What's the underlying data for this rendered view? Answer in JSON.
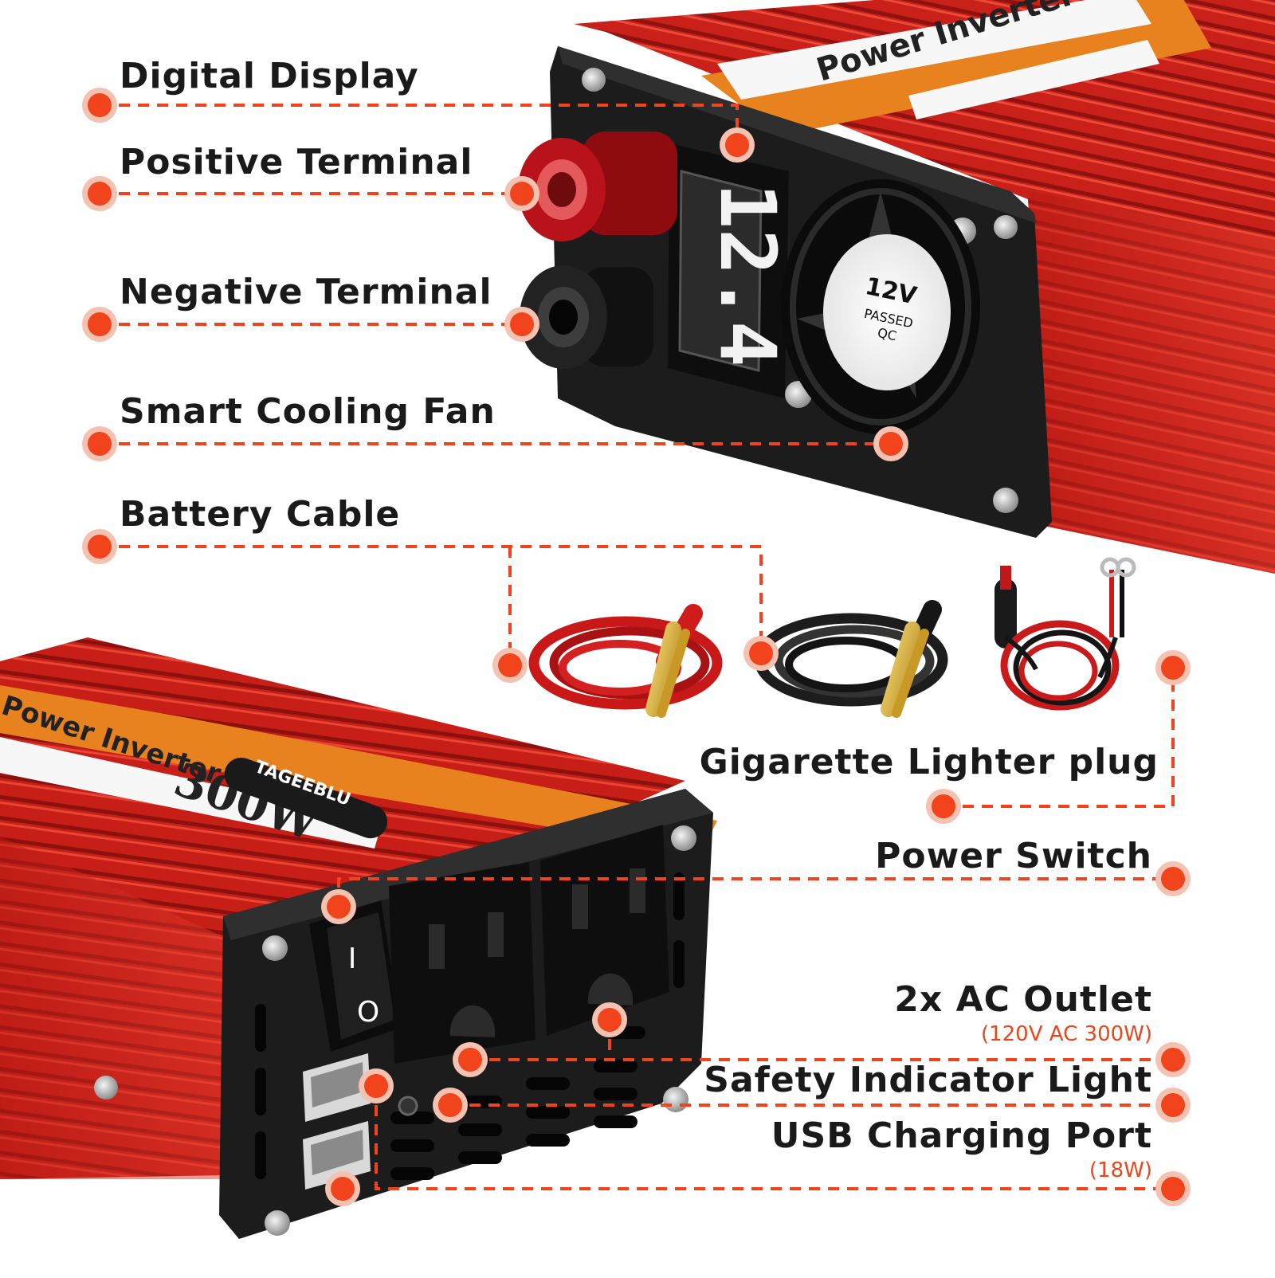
{
  "colors": {
    "accent": "#f1441c",
    "body_red": "#c8231c",
    "panel_black": "#1b1b1b",
    "label_orange": "#e8821e"
  },
  "labels": {
    "digital_display": "Digital Display",
    "positive_terminal": "Positive Terminal",
    "negative_terminal": "Negative Terminal",
    "smart_cooling_fan": "Smart Cooling Fan",
    "battery_cable": "Battery Cable",
    "gigarette_lighter_plug": "Gigarette Lighter plug",
    "power_switch": "Power Switch",
    "ac_outlet": "2x AC Outlet",
    "ac_outlet_sub": "(120V AC 300W)",
    "safety_indicator_light": "Safety Indicator Light",
    "usb_charging_port": "USB Charging Port",
    "usb_charging_port_sub": "(18W)"
  },
  "device": {
    "top_label_text": "Power Inverter",
    "bottom_label_text": "Power Inverter",
    "brand": "TAGEEBLU",
    "wattage": "300W",
    "display_reading": "12.4",
    "fan_sticker_voltage": "12V",
    "fan_sticker_status": "PASSED",
    "fan_sticker_qc": "QC",
    "switch_on": "I",
    "switch_off": "O"
  }
}
